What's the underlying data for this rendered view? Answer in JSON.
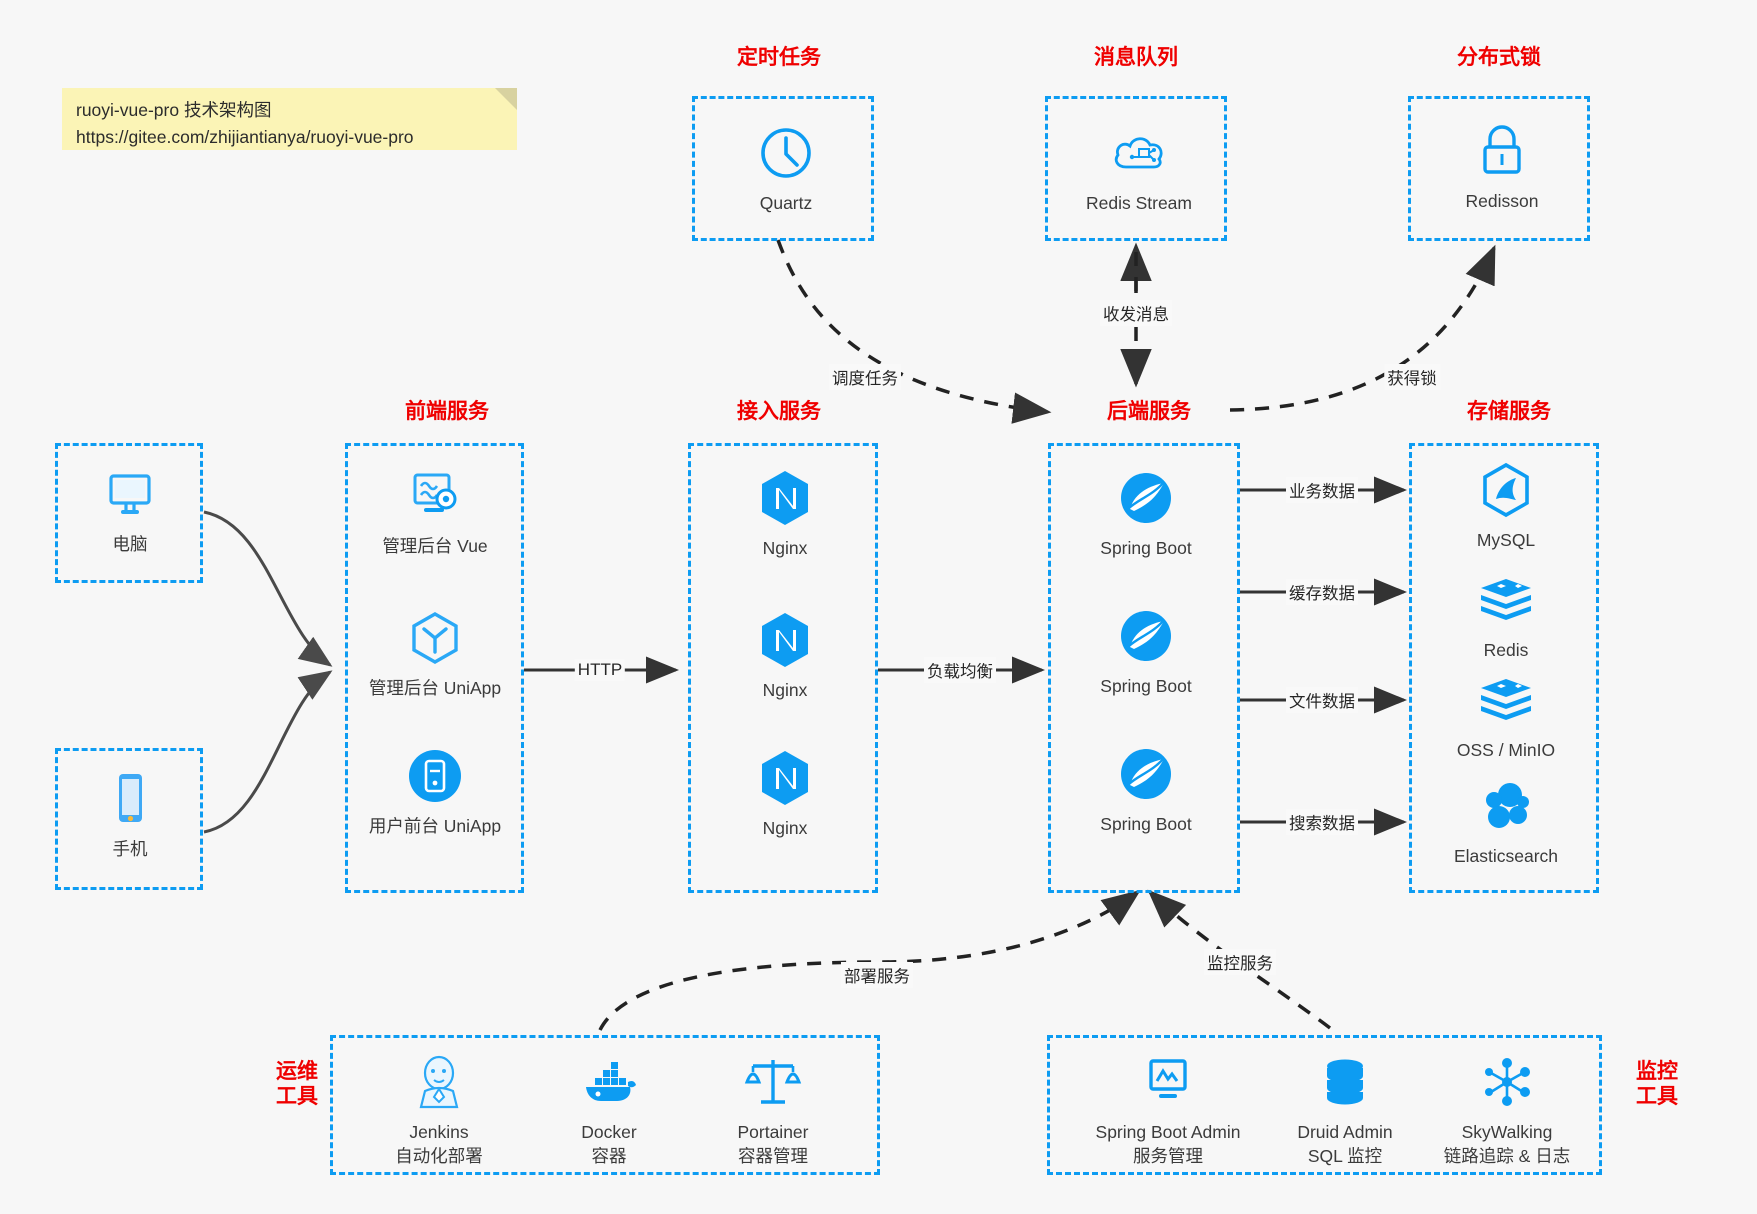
{
  "note": {
    "line1": "ruoyi-vue-pro 技术架构图",
    "line2": "https://gitee.com/zhijiantianya/ruoyi-vue-pro"
  },
  "colors": {
    "box_border": "#0d9cf2",
    "group_title": "#ef0000",
    "icon_blue": "#0d9cf2",
    "label_text": "#3b3b3b",
    "background": "#f7f7f7",
    "note_bg": "#fbf4b6",
    "arrow": "#333333"
  },
  "groups": {
    "scheduled_task": {
      "title": "定时任务",
      "nodes": [
        {
          "label": "Quartz",
          "icon": "clock-icon"
        }
      ]
    },
    "message_queue": {
      "title": "消息队列",
      "nodes": [
        {
          "label": "Redis Stream",
          "icon": "cloud-stream-icon"
        }
      ]
    },
    "distributed_lock": {
      "title": "分布式锁",
      "nodes": [
        {
          "label": "Redisson",
          "icon": "lock-icon"
        }
      ]
    },
    "client_pc": {
      "title": "",
      "nodes": [
        {
          "label": "电脑",
          "icon": "desktop-icon"
        }
      ]
    },
    "client_mobile": {
      "title": "",
      "nodes": [
        {
          "label": "手机",
          "icon": "phone-icon"
        }
      ]
    },
    "frontend": {
      "title": "前端服务",
      "nodes": [
        {
          "label": "管理后台 Vue",
          "icon": "dashboard-gear-icon"
        },
        {
          "label": "管理后台 UniApp",
          "icon": "cube-icon"
        },
        {
          "label": "用户前台 UniApp",
          "icon": "mobile-round-icon"
        }
      ]
    },
    "gateway": {
      "title": "接入服务",
      "nodes": [
        {
          "label": "Nginx",
          "icon": "nginx-icon"
        },
        {
          "label": "Nginx",
          "icon": "nginx-icon"
        },
        {
          "label": "Nginx",
          "icon": "nginx-icon"
        }
      ]
    },
    "backend": {
      "title": "后端服务",
      "nodes": [
        {
          "label": "Spring Boot",
          "icon": "spring-leaf-icon"
        },
        {
          "label": "Spring Boot",
          "icon": "spring-leaf-icon"
        },
        {
          "label": "Spring Boot",
          "icon": "spring-leaf-icon"
        }
      ]
    },
    "storage": {
      "title": "存储服务",
      "nodes": [
        {
          "label": "MySQL",
          "icon": "mysql-dolphin-icon"
        },
        {
          "label": "Redis",
          "icon": "redis-stack-icon"
        },
        {
          "label": "OSS / MinIO",
          "icon": "redis-stack-icon"
        },
        {
          "label": "Elasticsearch",
          "icon": "elasticsearch-icon"
        }
      ]
    },
    "devops": {
      "title": "运维\n工具",
      "title_line1": "运维",
      "title_line2": "工具",
      "nodes": [
        {
          "label": "Jenkins",
          "sublabel": "自动化部署",
          "icon": "jenkins-butler-icon"
        },
        {
          "label": "Docker",
          "sublabel": "容器",
          "icon": "docker-whale-icon"
        },
        {
          "label": "Portainer",
          "sublabel": "容器管理",
          "icon": "scales-icon"
        }
      ]
    },
    "monitoring": {
      "title_line1": "监控",
      "title_line2": "工具",
      "nodes": [
        {
          "label": "Spring Boot Admin",
          "sublabel": "服务管理",
          "icon": "monitor-chart-icon"
        },
        {
          "label": "Druid Admin",
          "sublabel": "SQL 监控",
          "icon": "database-icon"
        },
        {
          "label": "SkyWalking",
          "sublabel": "链路追踪 & 日志",
          "icon": "skywalking-node-icon"
        }
      ]
    }
  },
  "edges": [
    {
      "id": "http",
      "label": "HTTP",
      "from": "frontend",
      "to": "gateway"
    },
    {
      "id": "load-balance",
      "label": "负载均衡",
      "from": "gateway",
      "to": "backend"
    },
    {
      "id": "schedule-task",
      "label": "调度任务",
      "from": "scheduled_task",
      "to": "backend"
    },
    {
      "id": "send-receive-message",
      "label": "收发消息",
      "from": "backend",
      "to": "message_queue"
    },
    {
      "id": "acquire-lock",
      "label": "获得锁",
      "from": "backend",
      "to": "distributed_lock"
    },
    {
      "id": "business-data",
      "label": "业务数据",
      "from": "backend",
      "to": "storage"
    },
    {
      "id": "cache-data",
      "label": "缓存数据",
      "from": "backend",
      "to": "storage"
    },
    {
      "id": "file-data",
      "label": "文件数据",
      "from": "backend",
      "to": "storage"
    },
    {
      "id": "search-data",
      "label": "搜索数据",
      "from": "backend",
      "to": "storage"
    },
    {
      "id": "deploy-service",
      "label": "部署服务",
      "from": "devops",
      "to": "backend"
    },
    {
      "id": "monitor-service",
      "label": "监控服务",
      "from": "monitoring",
      "to": "backend"
    }
  ]
}
